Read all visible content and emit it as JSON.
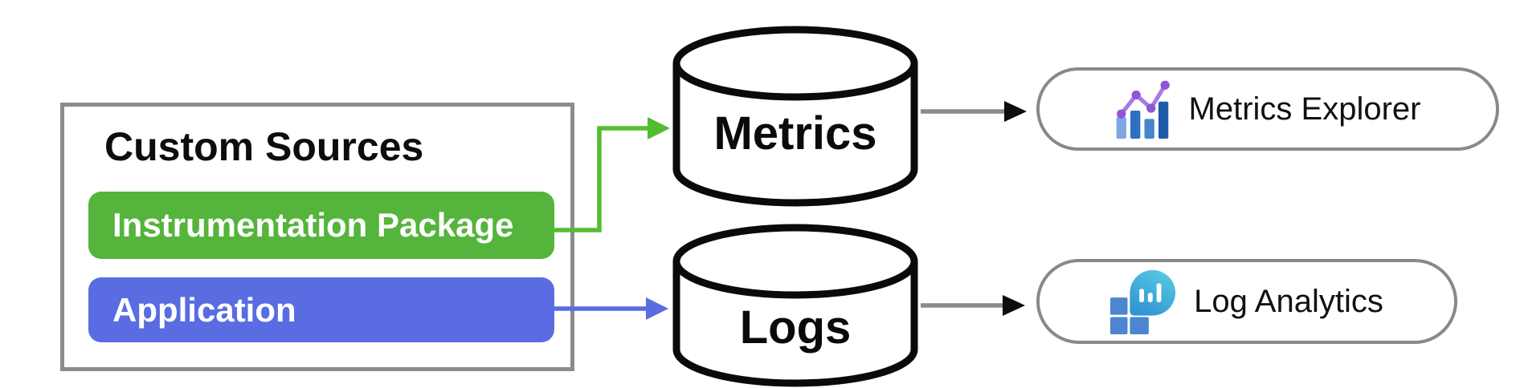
{
  "custom_sources": {
    "title": "Custom Sources",
    "items": [
      {
        "label": "Instrumentation Package",
        "color": "#55b43c"
      },
      {
        "label": "Application",
        "color": "#5a6ce2"
      }
    ]
  },
  "stores": [
    {
      "label": "Metrics"
    },
    {
      "label": "Logs"
    }
  ],
  "destinations": [
    {
      "label": "Metrics Explorer",
      "icon": "metrics-chart-icon"
    },
    {
      "label": "Log Analytics",
      "icon": "log-analytics-icon"
    }
  ],
  "colors": {
    "green_arrow": "#53bd31",
    "blue_arrow": "#5a6ce2",
    "gray_arrow": "#8a8a8a",
    "arrowhead_black": "#0d0d0d",
    "cylinder_stroke": "#0a0a0a",
    "cylinder_fill": "#ffffff",
    "metrics_icon": {
      "bar1": "#7ea6e0",
      "bar2": "#2d6fc3",
      "bar3": "#4585cf",
      "bar4": "#1e5cab",
      "line": "#a87ae8",
      "dot": "#8f55d9"
    },
    "log_icon": {
      "square": "#4d85d0",
      "bubble_top": "#55c8e2",
      "bubble_bottom": "#2f93d0",
      "bars": "#ffffff"
    }
  }
}
